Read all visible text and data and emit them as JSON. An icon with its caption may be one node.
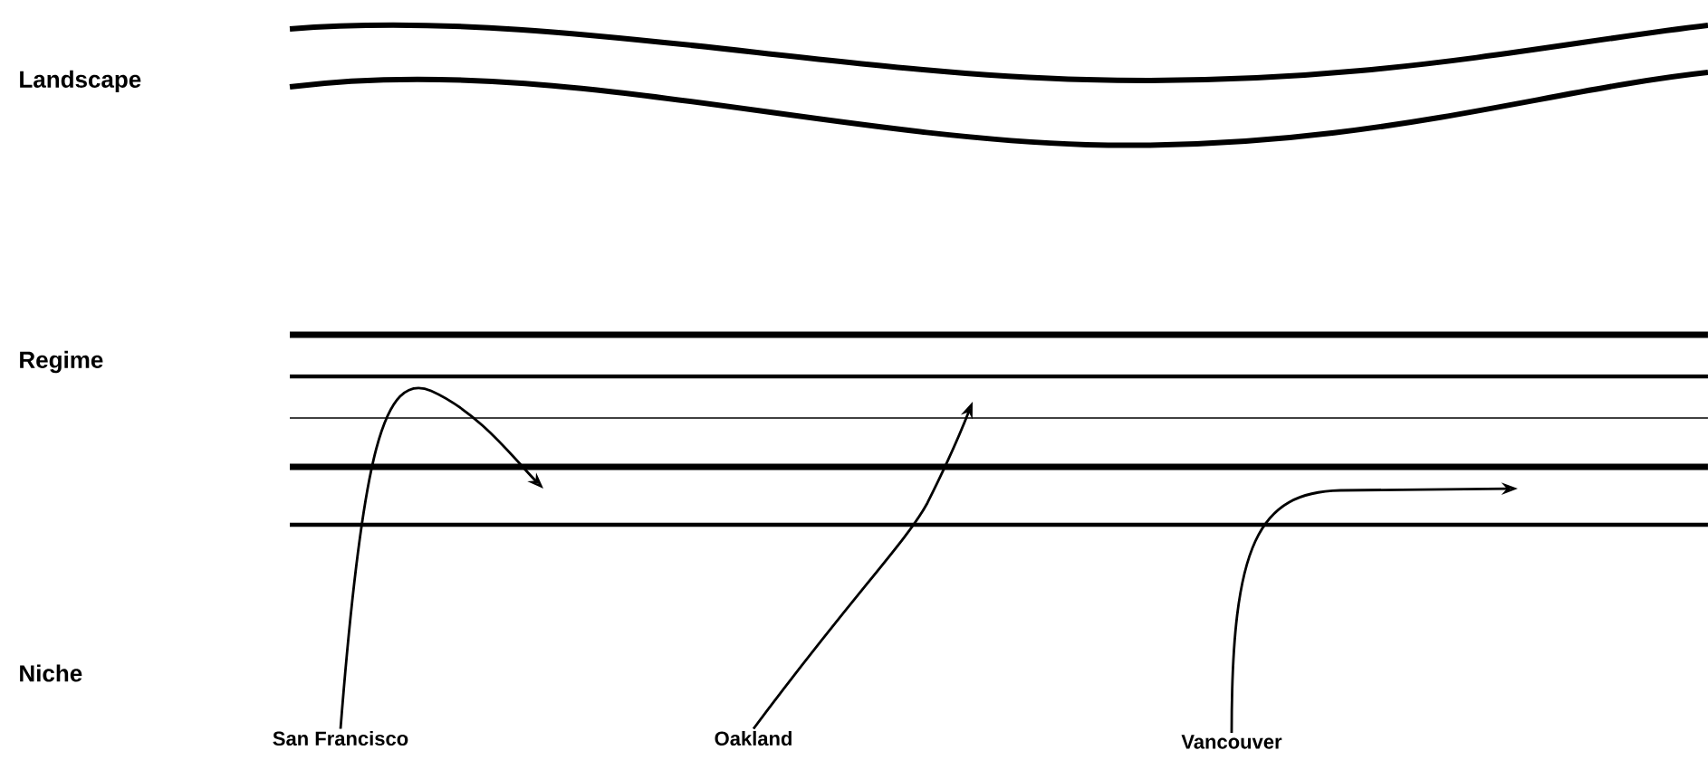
{
  "diagram": {
    "nodes": [
      {
        "text": [
          "San Francisco"
        ]
      },
      {
        "text": [
          "Oakland"
        ]
      },
      {
        "text": [
          "Vancouver"
        ]
      }
    ],
    "edges": [
      {
        "from": 0,
        "to": null,
        "arrow": "to"
      },
      {
        "from": 1,
        "to": null,
        "arrow": "to"
      },
      {
        "from": 2,
        "to": null,
        "arrow": "to"
      }
    ],
    "labels": [
      "Landscape",
      "Regime",
      "Niche"
    ]
  }
}
